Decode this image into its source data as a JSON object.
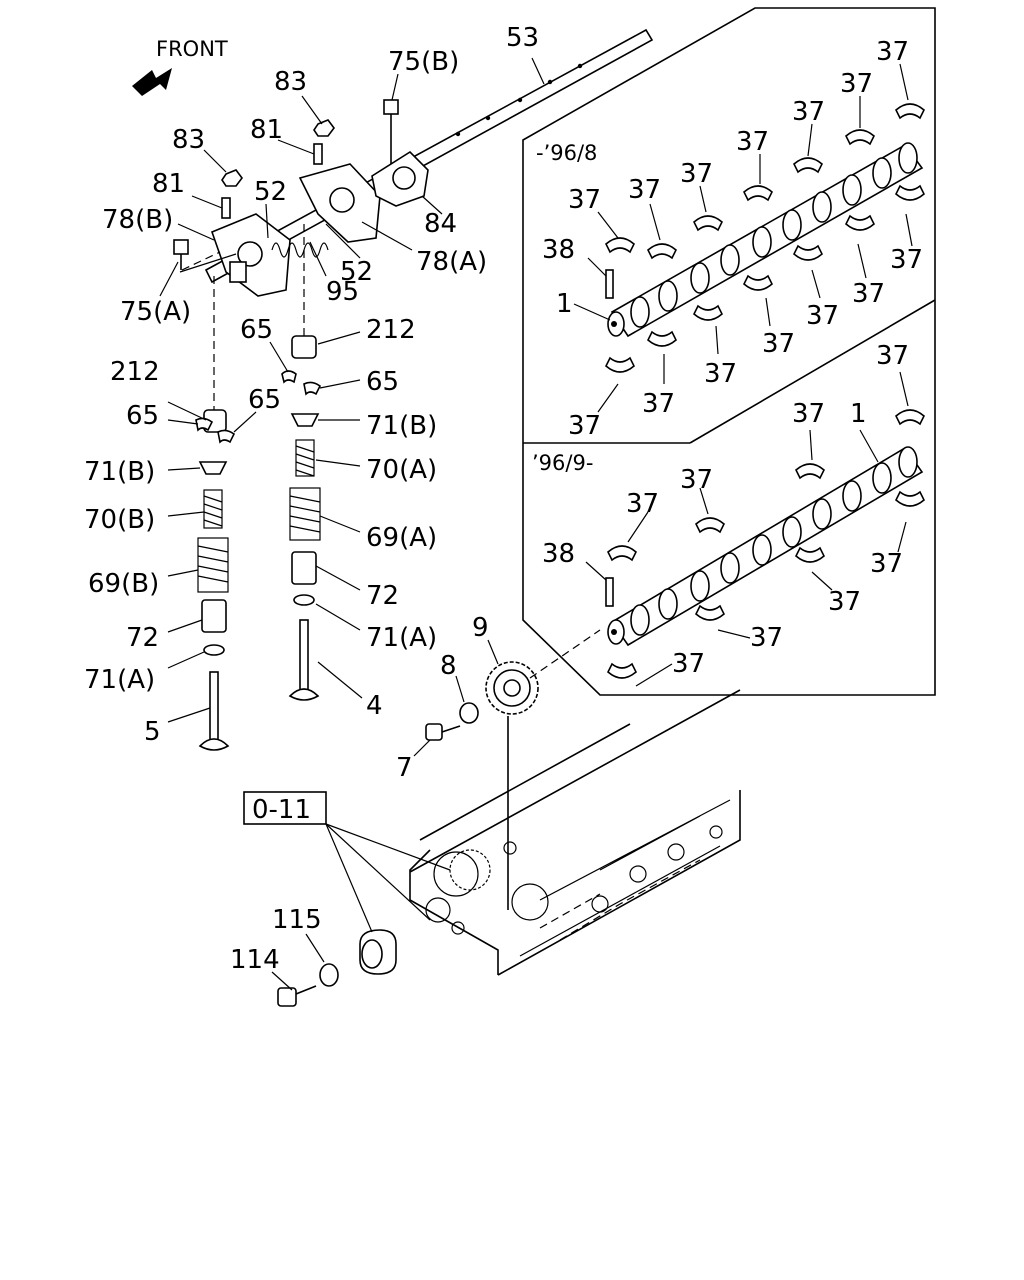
{
  "front_label": "FRONT",
  "ref_box": "0-11",
  "inset_top_label": "-’96/8",
  "inset_bottom_label": "’96/9-",
  "labels": {
    "p1": "1",
    "p4": "4",
    "p5": "5",
    "p7": "7",
    "p8": "8",
    "p9": "9",
    "p37": "37",
    "p38": "38",
    "p52": "52",
    "p53": "53",
    "p65": "65",
    "p69a": "69(A)",
    "p69b": "69(B)",
    "p70a": "70(A)",
    "p70b": "70(B)",
    "p71a": "71(A)",
    "p71b": "71(B)",
    "p72": "72",
    "p75a": "75(A)",
    "p75b": "75(B)",
    "p78a": "78(A)",
    "p78b": "78(B)",
    "p81": "81",
    "p83": "83",
    "p84": "84",
    "p95": "95",
    "p114": "114",
    "p115": "115",
    "p212": "212"
  }
}
